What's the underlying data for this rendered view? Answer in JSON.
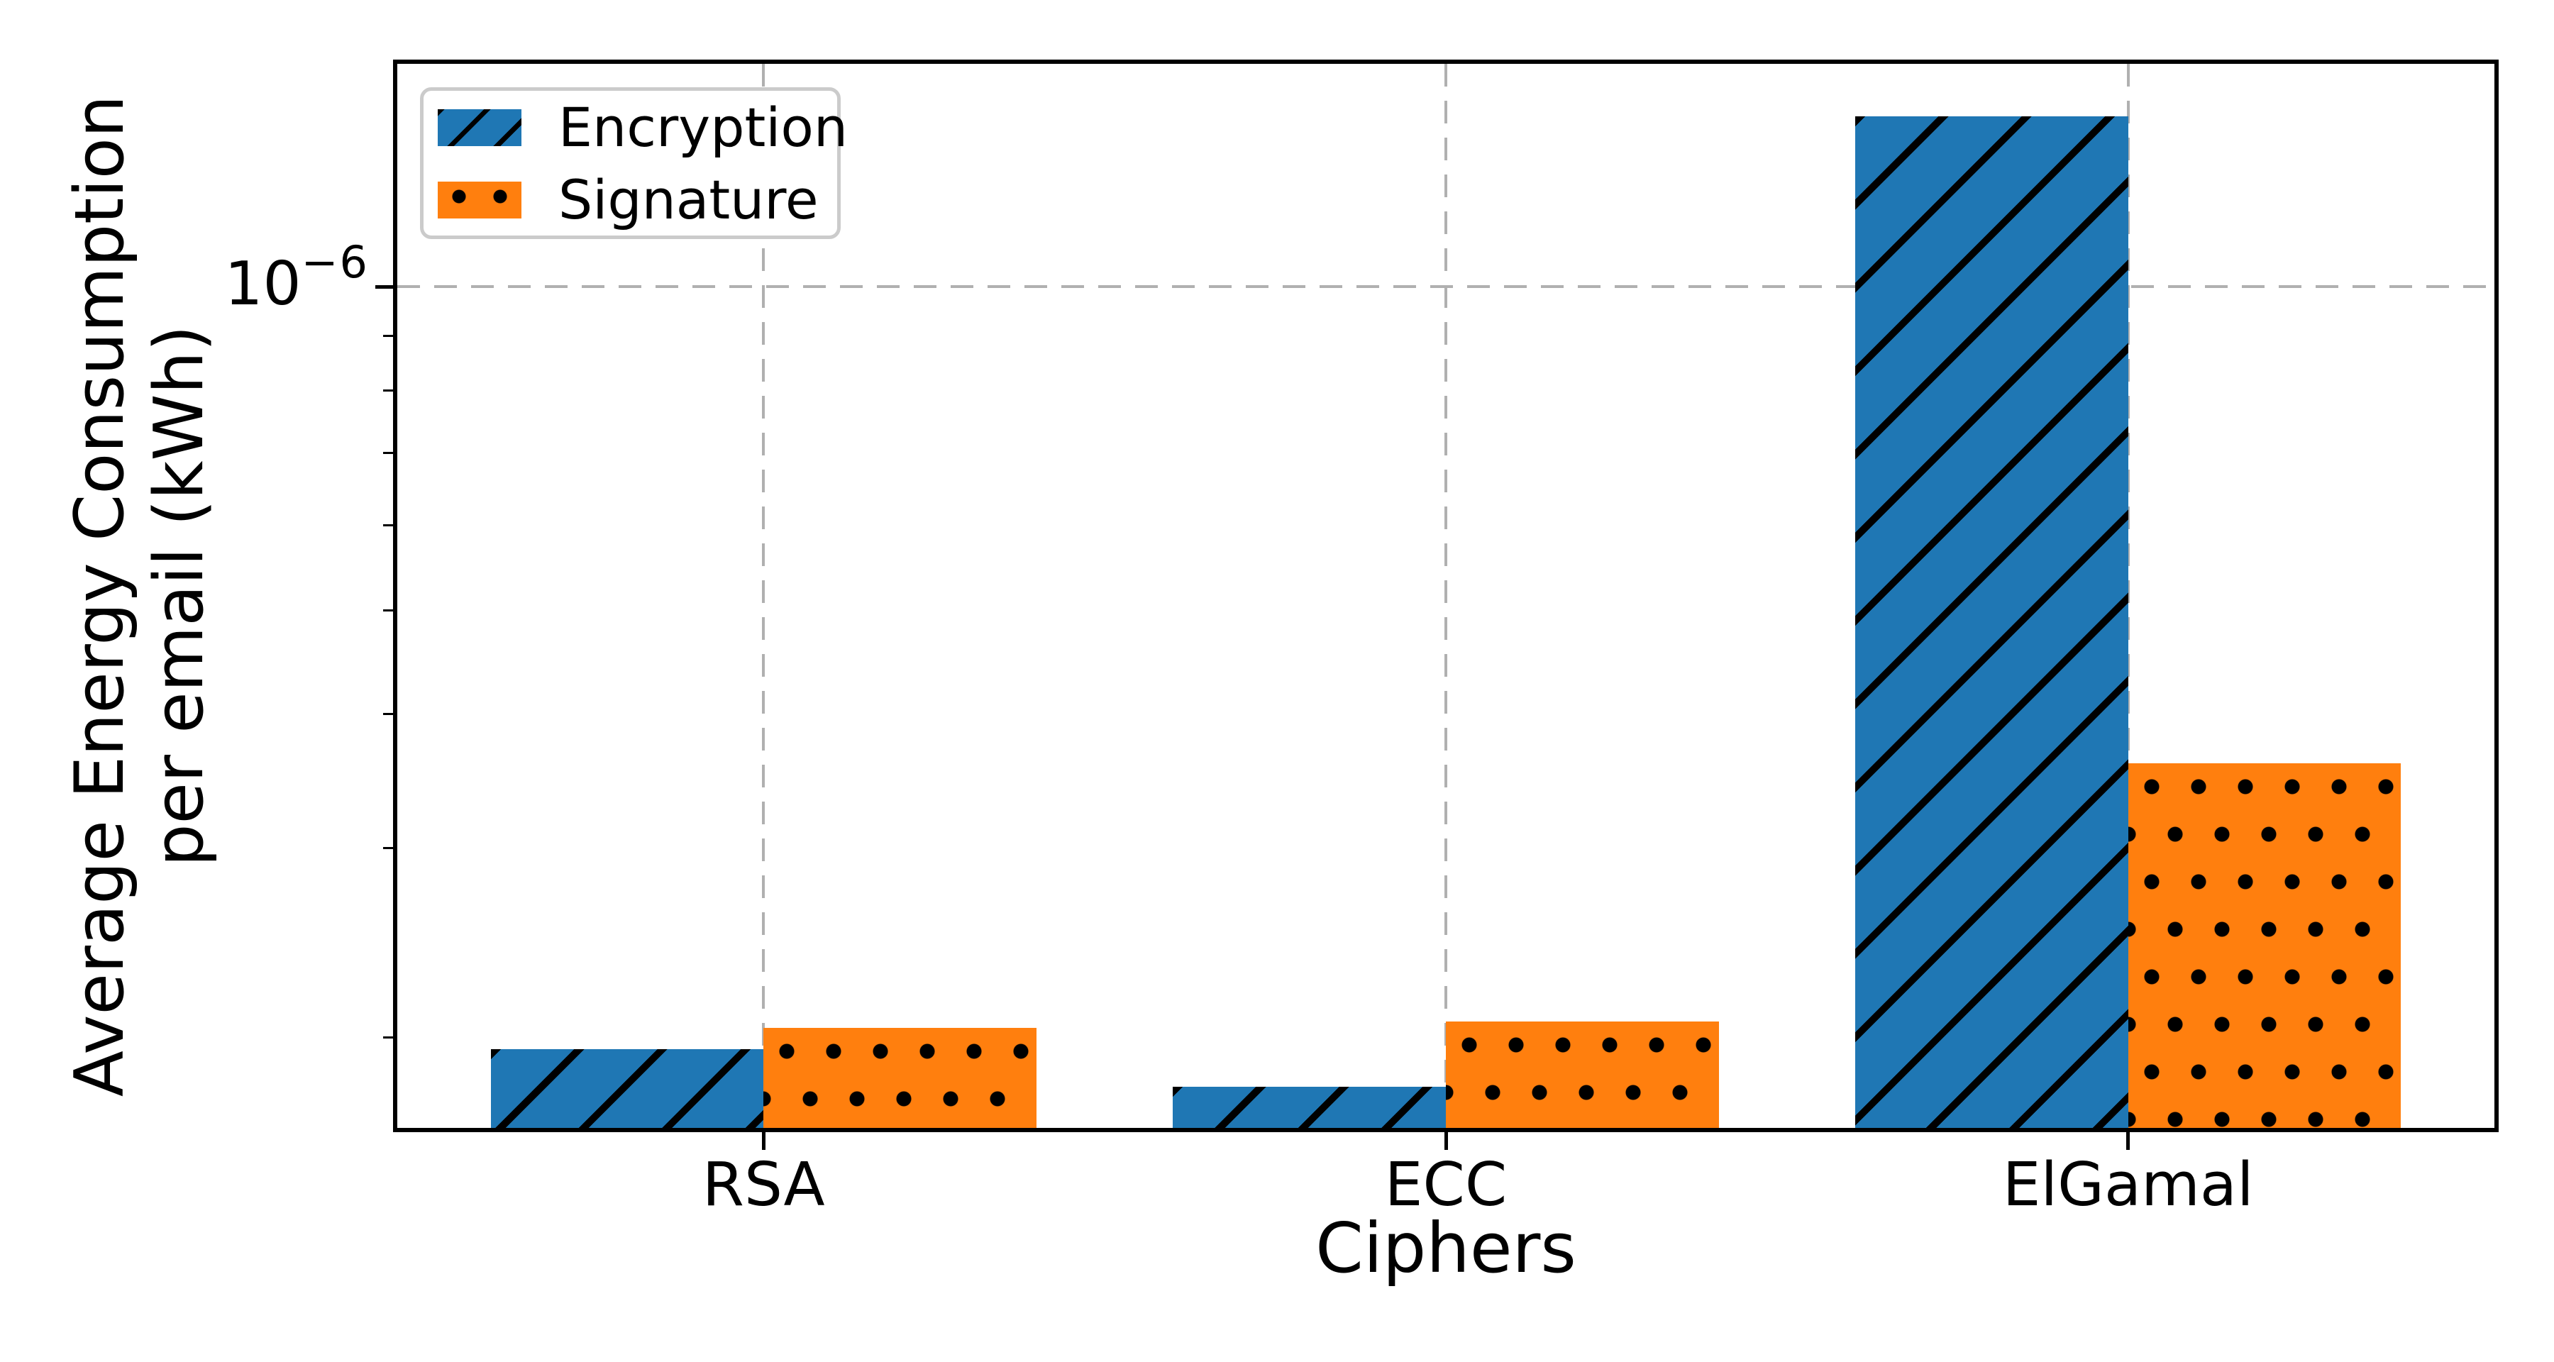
{
  "chart_data": {
    "type": "bar",
    "title": "",
    "categories": [
      "RSA",
      "ECC",
      "ElGamal"
    ],
    "series": [
      {
        "name": "Encryption",
        "color": "#1f77b4",
        "hatch": "/",
        "values": [
          1.95e-07,
          1.8e-07,
          1.44e-06
        ]
      },
      {
        "name": "Signature",
        "color": "#ff7f0e",
        "hatch": ".",
        "values": [
          2.04e-07,
          2.07e-07,
          3.6e-07
        ]
      }
    ],
    "xlabel": "Ciphers",
    "ylabel": "Average Energy Consumption per email (kWh)",
    "ylabel_lines": [
      "Average Energy Consumption",
      "per email (kWh)"
    ],
    "yscale": "log",
    "ylim": [
      1.64e-07,
      1.62e-06
    ],
    "ytick_major": {
      "value": 1e-06,
      "base": "10",
      "exponent": "−6"
    },
    "yticks_minor": [
      9e-07,
      8e-07,
      7e-07,
      6e-07,
      5e-07,
      4e-07,
      3e-07,
      2e-07
    ],
    "bar_width": 0.4,
    "grid": {
      "axis": "both",
      "linestyle": "--",
      "color": "#b0b0b0"
    },
    "legend": {
      "location": "upper left",
      "entries": [
        "Encryption",
        "Signature"
      ]
    }
  },
  "colors": {
    "encryption": "#1f77b4",
    "signature": "#ff7f0e",
    "grid": "#b0b0b0",
    "spine": "#000000",
    "legend_border": "#cbcbcb",
    "background": "#ffffff",
    "text": "#000000"
  }
}
